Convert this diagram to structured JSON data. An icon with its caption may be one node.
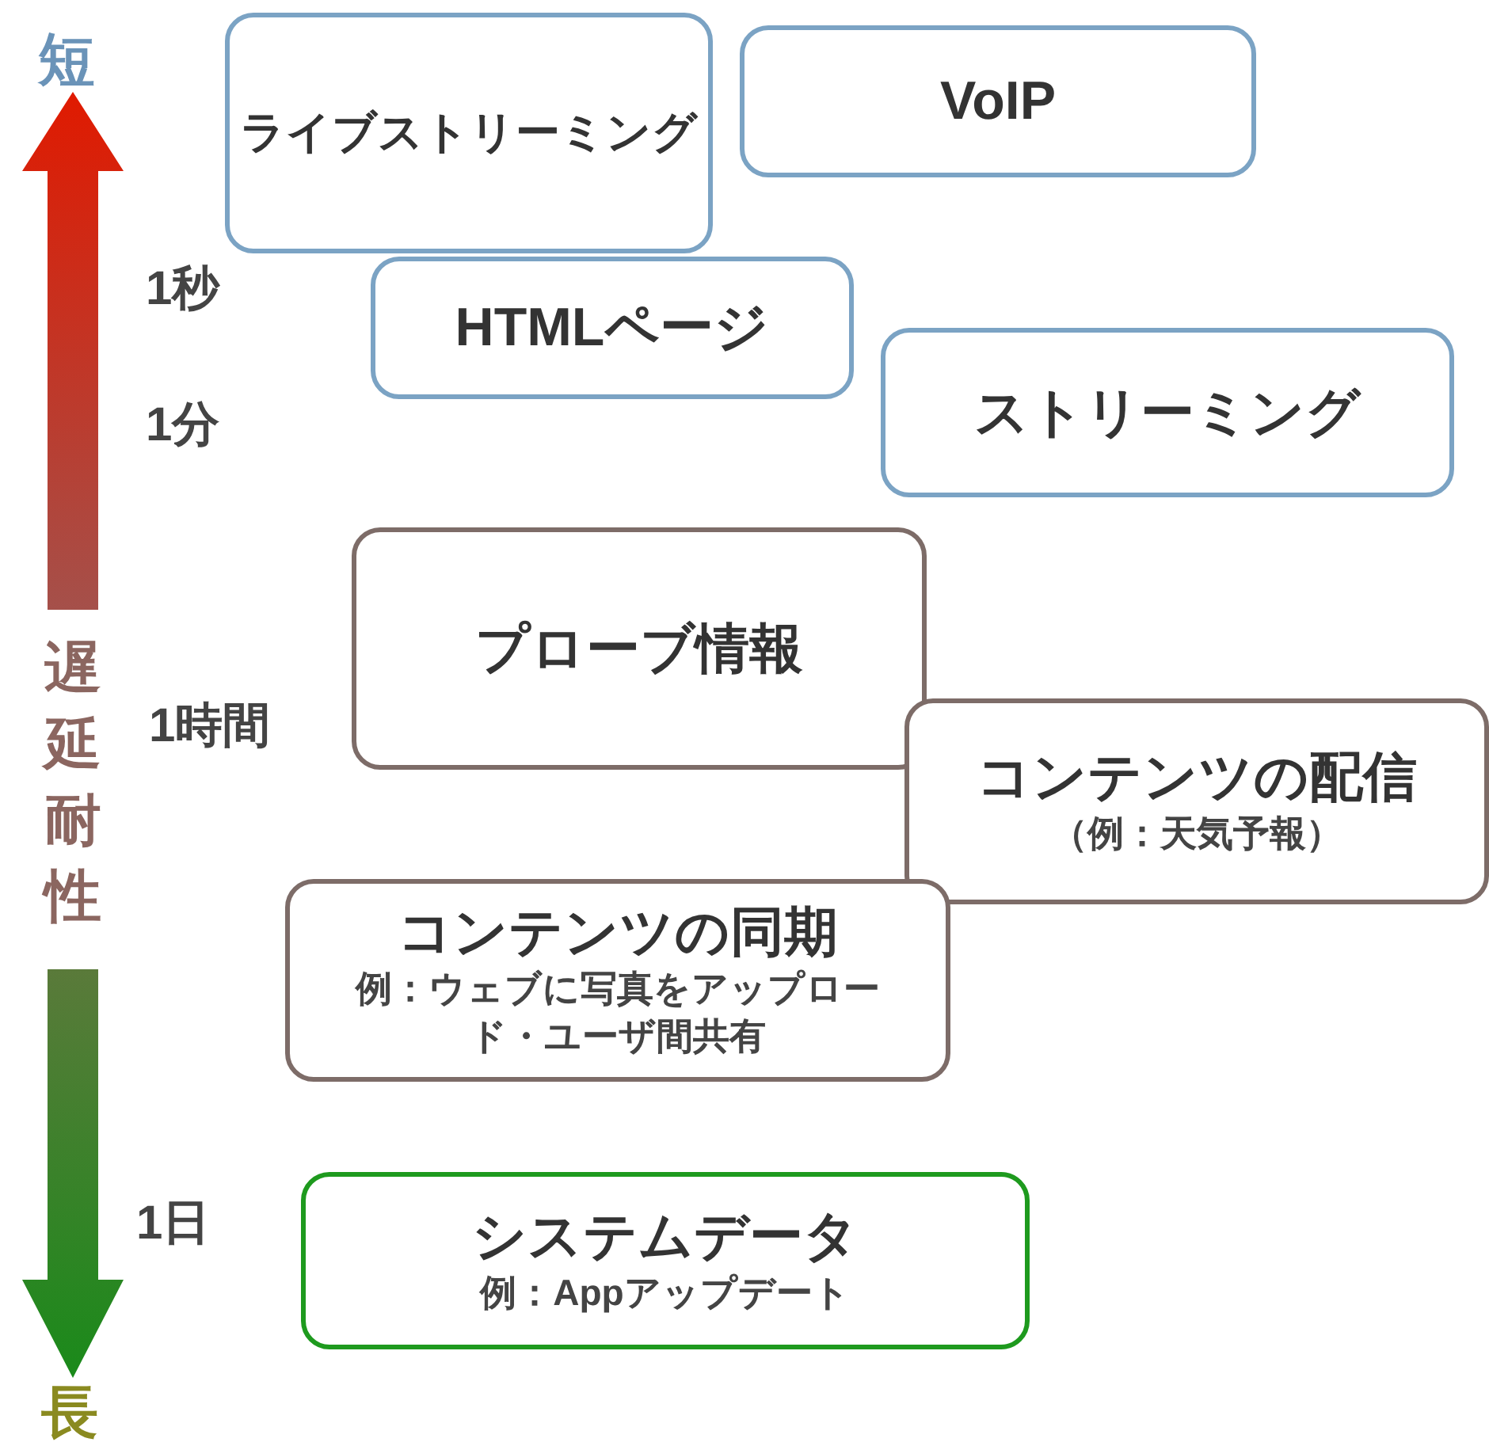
{
  "diagram": {
    "nodes": [
      {
        "text": [
          "ライブストリーミング"
        ]
      },
      {
        "text": [
          "VoIP"
        ]
      },
      {
        "text": [
          "HTMLページ"
        ]
      },
      {
        "text": [
          "ストリーミング"
        ]
      },
      {
        "text": [
          "プローブ情報"
        ]
      },
      {
        "text": [
          "コンテンツの配信",
          "（例：天気予報）"
        ]
      },
      {
        "text": [
          "コンテンツの同期",
          "例：ウェブに写真をアップロード・ユーザ間共有"
        ]
      },
      {
        "text": [
          "システムデータ",
          "例：Appアップデート"
        ]
      }
    ],
    "edges": [],
    "labels": [
      "短",
      "1秒",
      "1分",
      "遅延耐性",
      "1時間",
      "1日",
      "長"
    ]
  }
}
